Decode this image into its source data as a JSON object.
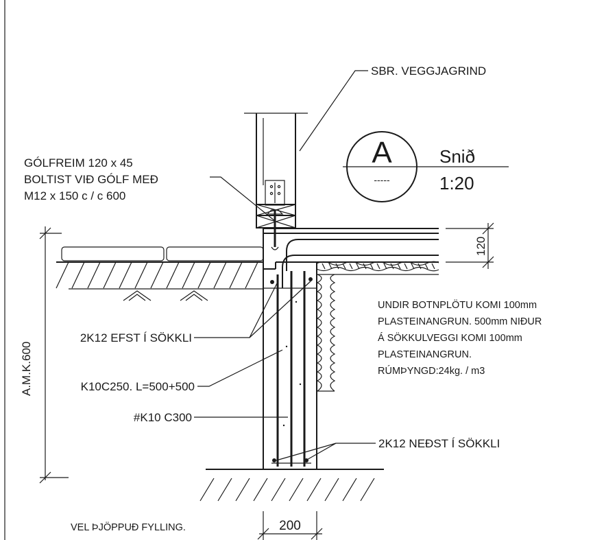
{
  "title_block": {
    "section_letter": "A",
    "section_sub": "-----",
    "title": "Snið",
    "scale": "1:20"
  },
  "labels": {
    "wall_ref": "SBR. VEGGJAGRIND",
    "floor_frame": [
      "GÓLFREIM 120 x 45",
      "BOLTIST VIÐ GÓLF MEÐ",
      "M12 x 150 c / c 600"
    ],
    "top_rebar": "2K12 EFST Í SÖKKLI",
    "ktie": "K10C250. L=500+500",
    "mesh": "#K10 C300",
    "bottom_rebar": "2K12 NEÐST Í SÖKKLI",
    "fill": "VEL ÞJÖPPUÐ FYLLING."
  },
  "insulation_note": [
    "UNDIR BOTNPLÖTU KOMI 100mm",
    "PLASTEINANGRUN. 500mm NIÐUR",
    "Á SÖKKULVEGGI KOMI 100mm",
    "PLASTEINANGRUN.",
    "RÚMÞYNGD:24kg. / m3"
  ],
  "dimensions": {
    "slab_thickness": "120",
    "footing_width": "200",
    "depth": "A.M.K.600"
  },
  "colors": {
    "ink": "#1a1a1a",
    "paper": "#ffffff"
  }
}
